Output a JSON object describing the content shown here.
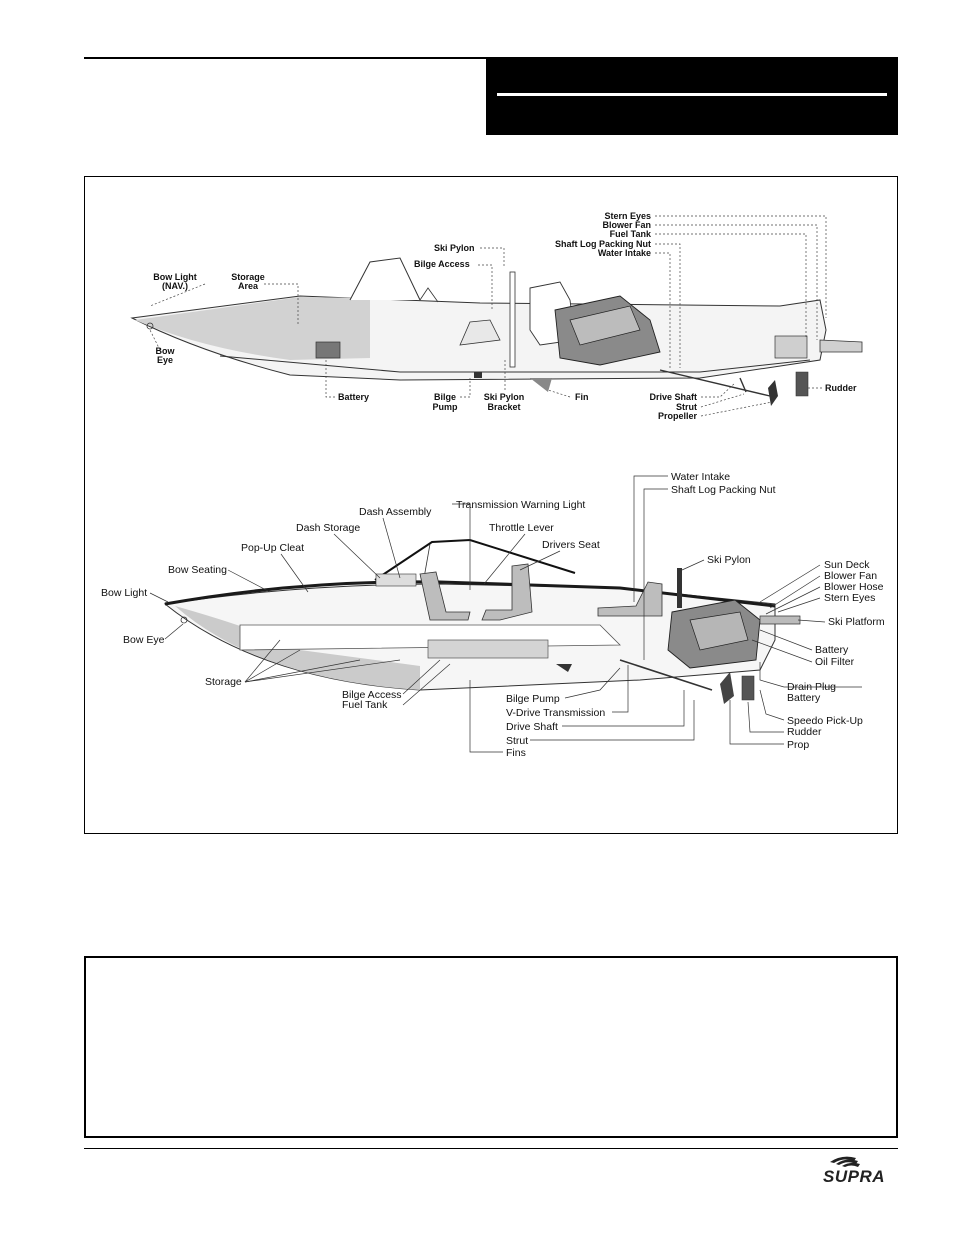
{
  "diagram_a": {
    "labels": {
      "stern_eyes": "Stern Eyes",
      "blower_fan": "Blower Fan",
      "fuel_tank": "Fuel Tank",
      "shaft_log_packing_nut": "Shaft Log Packing Nut",
      "water_intake": "Water Intake",
      "ski_pylon": "Ski Pylon",
      "bilge_access": "Bilge Access",
      "bow_light": "Bow Light",
      "bow_light_nav": "(NAV.)",
      "storage": "Storage",
      "area": "Area",
      "bow": "Bow",
      "eye": "Eye",
      "battery": "Battery",
      "bilge": "Bilge",
      "pump": "Pump",
      "ski_pylon_2": "Ski Pylon",
      "bracket": "Bracket",
      "fin": "Fin",
      "drive_shaft": "Drive Shaft",
      "strut": "Strut",
      "propeller": "Propeller",
      "rudder": "Rudder"
    }
  },
  "diagram_b": {
    "labels": {
      "water_intake": "Water Intake",
      "shaft_log_packing_nut": "Shaft Log Packing Nut",
      "transmission_warning_light": "Transmission Warning Light",
      "dash_assembly": "Dash Assembly",
      "dash_storage": "Dash Storage",
      "throttle_lever": "Throttle Lever",
      "drivers_seat": "Drivers Seat",
      "pop_up_cleat": "Pop-Up Cleat",
      "ski_pylon": "Ski Pylon",
      "bow_seating": "Bow Seating",
      "sun_deck": "Sun Deck",
      "blower_fan": "Blower Fan",
      "blower_hose": "Blower Hose",
      "bow_light": "Bow Light",
      "stern_eyes": "Stern Eyes",
      "ski_platform": "Ski Platform",
      "bow_eye": "Bow Eye",
      "battery": "Battery",
      "oil_filter": "Oil Filter",
      "storage": "Storage",
      "drain_plug": "Drain Plug",
      "battery_2": "Battery",
      "bilge_access": "Bilge Access",
      "fuel_tank": "Fuel Tank",
      "bilge_pump": "Bilge Pump",
      "v_drive_transmission": "V-Drive Transmission",
      "speedo_pick_up": "Speedo Pick-Up",
      "drive_shaft": "Drive Shaft",
      "rudder": "Rudder",
      "strut": "Strut",
      "prop": "Prop",
      "fins": "Fins"
    }
  },
  "logo": {
    "text": "SUPRA"
  }
}
